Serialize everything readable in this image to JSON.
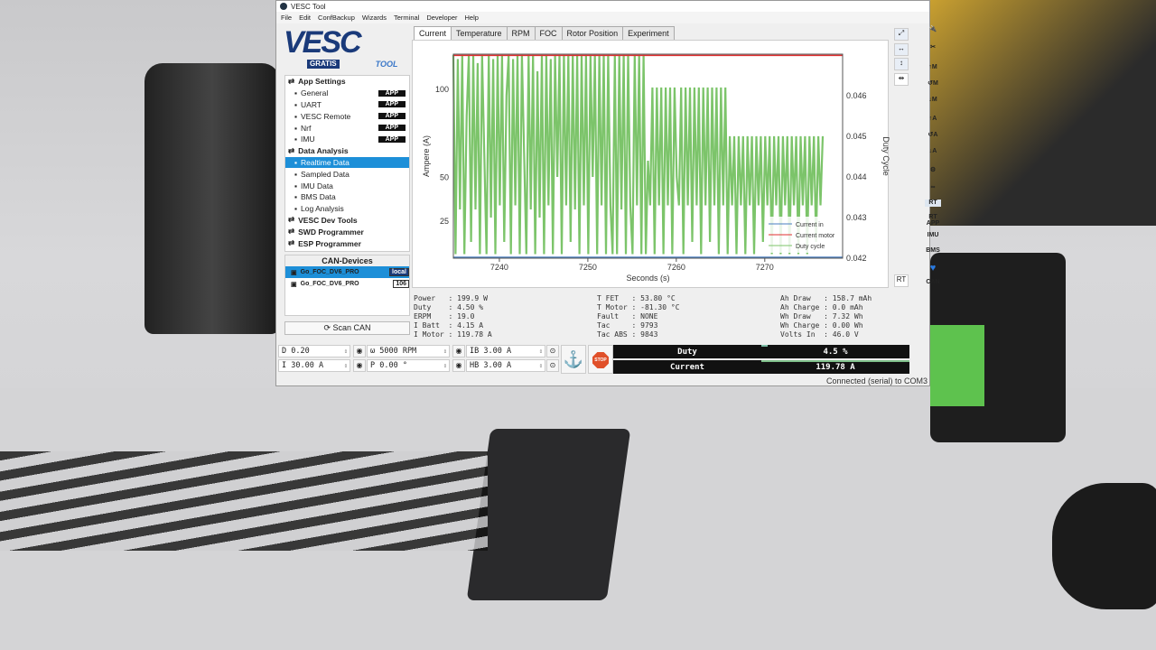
{
  "window": {
    "title": "VESC Tool"
  },
  "menu": [
    "File",
    "Edit",
    "ConfBackup",
    "Wizards",
    "Terminal",
    "Developer",
    "Help"
  ],
  "logo": {
    "text": "VESC",
    "sub": "GRATIS",
    "tool": "TOOL"
  },
  "tree": {
    "items": [
      {
        "label": "App Settings",
        "level": 0
      },
      {
        "label": "General",
        "level": 1,
        "badge": "APP"
      },
      {
        "label": "UART",
        "level": 1,
        "badge": "APP"
      },
      {
        "label": "VESC Remote",
        "level": 1,
        "badge": "APP"
      },
      {
        "label": "Nrf",
        "level": 1,
        "badge": "APP"
      },
      {
        "label": "IMU",
        "level": 1,
        "badge": "APP"
      },
      {
        "label": "Data Analysis",
        "level": 0
      },
      {
        "label": "Realtime Data",
        "level": 1,
        "selected": true
      },
      {
        "label": "Sampled Data",
        "level": 1
      },
      {
        "label": "IMU Data",
        "level": 1
      },
      {
        "label": "BMS Data",
        "level": 1
      },
      {
        "label": "Log Analysis",
        "level": 1
      },
      {
        "label": "VESC Dev Tools",
        "level": 0
      },
      {
        "label": "SWD Programmer",
        "level": 0
      },
      {
        "label": "ESP Programmer",
        "level": 0
      }
    ]
  },
  "can": {
    "title": "CAN-Devices",
    "devices": [
      {
        "name": "Go_FOC_DV6_PRO",
        "id": "local"
      },
      {
        "name": "Go_FOC_DV6_PRO",
        "id": "106"
      }
    ],
    "scan_label": "Scan CAN"
  },
  "tabs": [
    "Current",
    "Temperature",
    "RPM",
    "FOC",
    "Rotor Position",
    "Experiment"
  ],
  "stats": {
    "col1": "Power   : 199.9 W\nDuty    : 4.50 %\nERPM    : 19.0\nI Batt  : 4.15 A\nI Motor : 119.78 A",
    "col2": "T FET   : 53.80 °C\nT Motor : -81.30 °C\nFault   : NONE\nTac     : 9793\nTac ABS : 9843",
    "col3": "Ah Draw   : 158.7 mAh\nAh Charge : 0.0 mAh\nWh Draw   : 7.32 Wh\nWh Charge : 0.00 Wh\nVolts In  : 46.0 V"
  },
  "controls": {
    "d": "D 0.20",
    "i": "I 30.00 A",
    "rpm": "ω 5000 RPM",
    "p": "P 0.00 °",
    "ib": "IB 3.00 A",
    "hb": "HB 3.00 A",
    "stop": "STOP"
  },
  "gauges": {
    "duty_label": "Duty",
    "duty_value": "4.5 %",
    "duty_fraction": 0.045,
    "current_label": "Current",
    "current_value": "119.78 A",
    "current_fraction": 1.0
  },
  "status": "Connected (serial) to COM3",
  "side_tools": [
    "IMU",
    "BMS",
    "CAN",
    "RT",
    "RT APP"
  ],
  "chart_data": {
    "type": "line",
    "xlabel": "Seconds (s)",
    "ylabel": "Ampere (A)",
    "y2label": "Duty Cycle",
    "xlim": [
      7234.8,
      7278.8
    ],
    "ylim": [
      4,
      120
    ],
    "y2lim": [
      0.042,
      0.04702
    ],
    "xticks": [
      7240,
      7250,
      7260,
      7270
    ],
    "yticks": [
      25,
      50,
      100
    ],
    "y2ticks": [
      0.042,
      0.043,
      0.044,
      0.045,
      0.046
    ],
    "legend": {
      "position": "bottom-right",
      "entries": [
        "Current in",
        "Current motor",
        "Duty cycle"
      ]
    },
    "series": [
      {
        "name": "Current in",
        "color": "#4a7fc0",
        "axis": "left",
        "x": [
          7234.8,
          7278.8
        ],
        "y": [
          4.15,
          4.15
        ]
      },
      {
        "name": "Current motor",
        "color": "#e03030",
        "axis": "left",
        "x": [
          7234.8,
          7278.8
        ],
        "y": [
          119.78,
          119.78
        ]
      },
      {
        "name": "Duty cycle",
        "color": "#7cc46a",
        "axis": "right",
        "x0": 7234.8,
        "dx": 0.25,
        "y": [
          0.047,
          0.0421,
          0.0469,
          0.0432,
          0.047,
          0.0421,
          0.0455,
          0.047,
          0.0424,
          0.047,
          0.0432,
          0.0468,
          0.0421,
          0.047,
          0.0445,
          0.0421,
          0.047,
          0.043,
          0.0469,
          0.0421,
          0.047,
          0.0433,
          0.047,
          0.0424,
          0.046,
          0.047,
          0.0421,
          0.0469,
          0.0433,
          0.047,
          0.0421,
          0.047,
          0.0445,
          0.0421,
          0.047,
          0.0432,
          0.047,
          0.0421,
          0.0466,
          0.043,
          0.047,
          0.0421,
          0.047,
          0.0433,
          0.0469,
          0.0421,
          0.047,
          0.044,
          0.047,
          0.0421,
          0.047,
          0.0433,
          0.047,
          0.0424,
          0.047,
          0.0432,
          0.047,
          0.0421,
          0.047,
          0.0433,
          0.047,
          0.0421,
          0.047,
          0.044,
          0.047,
          0.0421,
          0.047,
          0.0433,
          0.047,
          0.0421,
          0.047,
          0.0433,
          0.0421,
          0.047,
          0.0421,
          0.047,
          0.0432,
          0.047,
          0.0421,
          0.047,
          0.0433,
          0.0421,
          0.047,
          0.0433,
          0.047,
          0.0421,
          0.047,
          0.0421,
          0.0444,
          0.0433,
          0.0462,
          0.0421,
          0.0462,
          0.0433,
          0.0462,
          0.0421,
          0.0462,
          0.0433,
          0.0462,
          0.0421,
          0.0462,
          0.044,
          0.0433,
          0.0462,
          0.0421,
          0.0462,
          0.0433,
          0.0462,
          0.0424,
          0.0462,
          0.0433,
          0.0462,
          0.0421,
          0.0462,
          0.0433,
          0.0462,
          0.0424,
          0.0462,
          0.0433,
          0.0462,
          0.0421,
          0.0462,
          0.0433,
          0.0462,
          0.0421,
          0.045,
          0.0433,
          0.045,
          0.0421,
          0.045,
          0.0433,
          0.045,
          0.0421,
          0.045,
          0.0433,
          0.045,
          0.0421,
          0.045,
          0.0433,
          0.045,
          0.0424,
          0.045,
          0.0433,
          0.045,
          0.0421,
          0.045,
          0.0433,
          0.045,
          0.0421,
          0.045,
          0.0433,
          0.045,
          0.0421,
          0.045,
          0.0433,
          0.045,
          0.0421,
          0.045,
          0.0433,
          0.045,
          0.0421,
          0.045,
          0.0433,
          0.045,
          0.0424,
          0.045,
          0.0433,
          0.045
        ]
      }
    ]
  }
}
